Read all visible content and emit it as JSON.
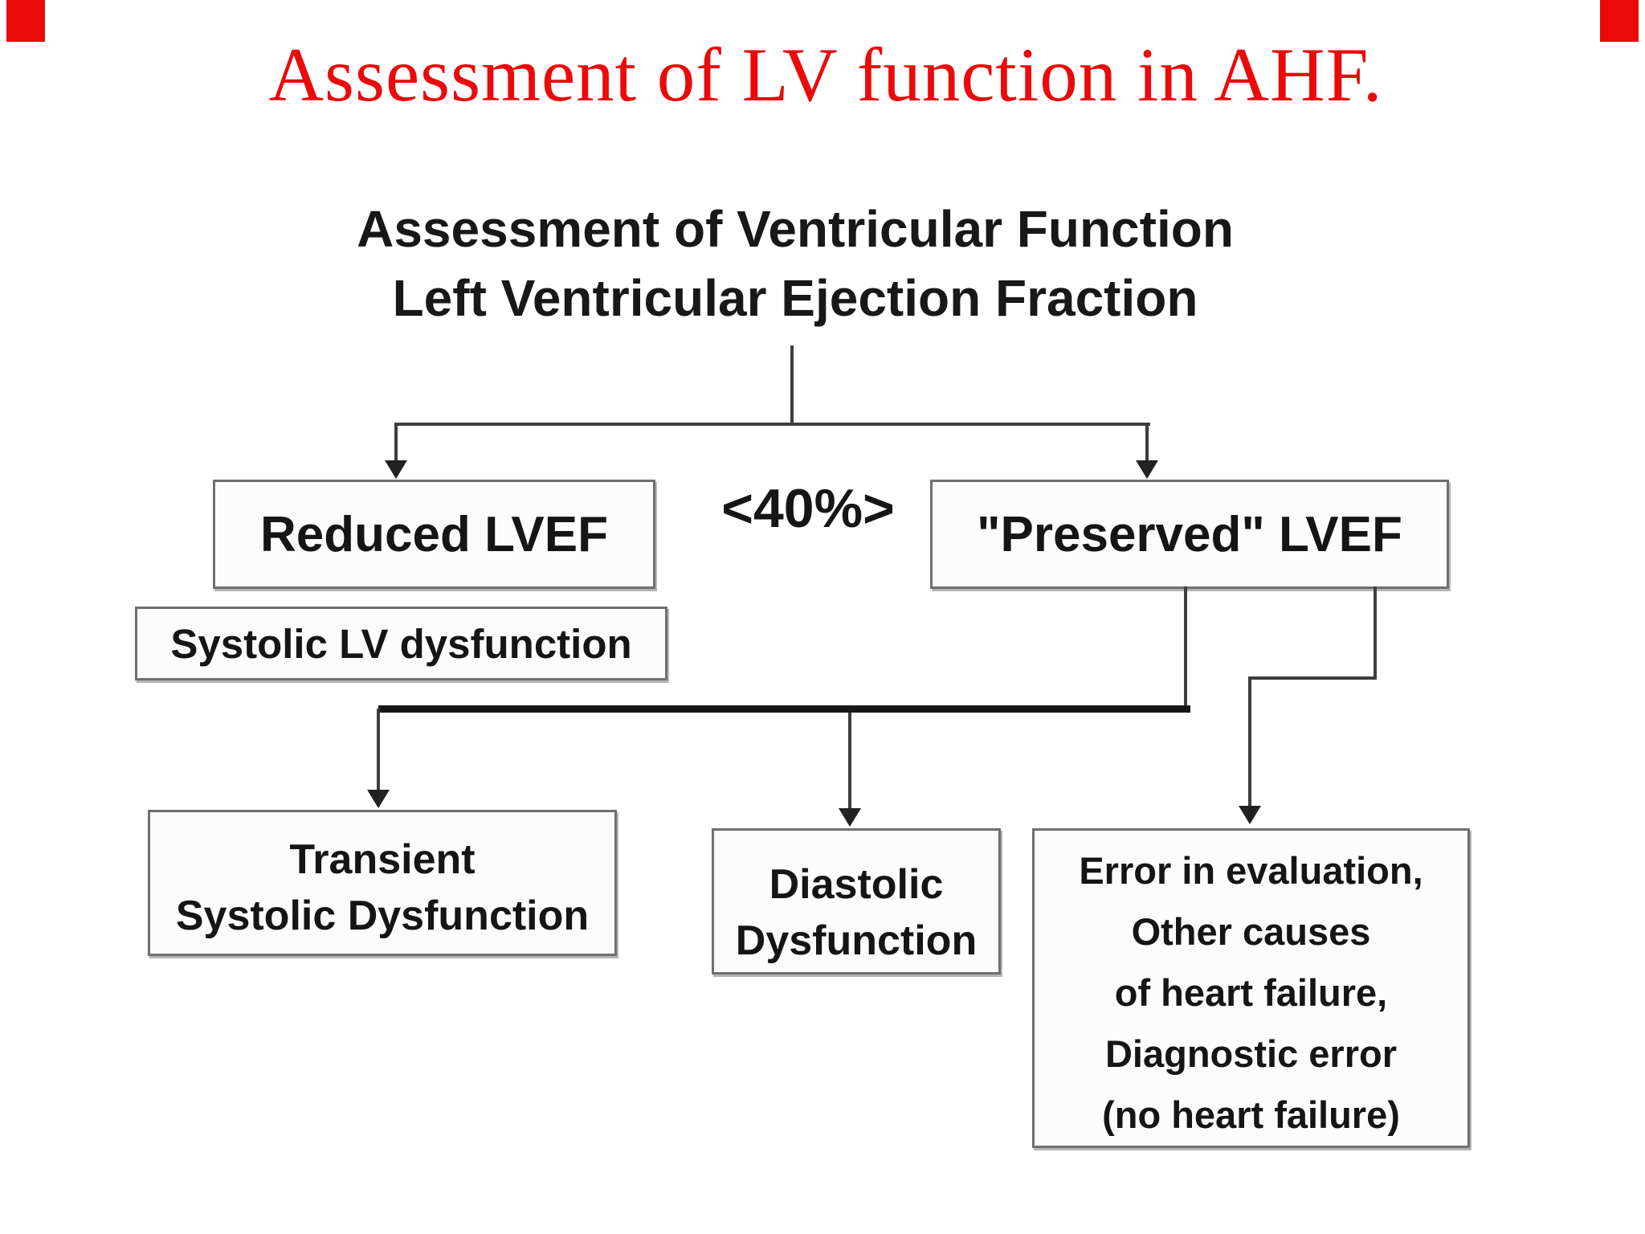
{
  "slide": {
    "title": "Assessment of LV function in AHF.",
    "title_color": "#ea0a0a",
    "corner_marks": [
      "top-left",
      "top-right"
    ]
  },
  "flowchart": {
    "heading": {
      "line1": "Assessment of Ventricular Function",
      "line2": "Left Ventricular Ejection Fraction"
    },
    "threshold_label": "<40%>",
    "nodes": {
      "reduced": {
        "label": "Reduced LVEF"
      },
      "preserved": {
        "label": "\"Preserved\" LVEF"
      },
      "systolic": {
        "label": "Systolic LV dysfunction"
      },
      "transient": {
        "lines": [
          "Transient",
          "Systolic Dysfunction"
        ]
      },
      "diastolic": {
        "lines": [
          "Diastolic",
          "Dysfunction"
        ]
      },
      "error": {
        "lines": [
          "Error in evaluation,",
          "Other causes",
          "of heart failure,",
          "Diagnostic error",
          "(no heart failure)"
        ]
      }
    },
    "colors": {
      "line": "#3d3d3d",
      "thick_line": "#161616",
      "box_border": "#6f6f6f",
      "text": "#151515"
    }
  }
}
